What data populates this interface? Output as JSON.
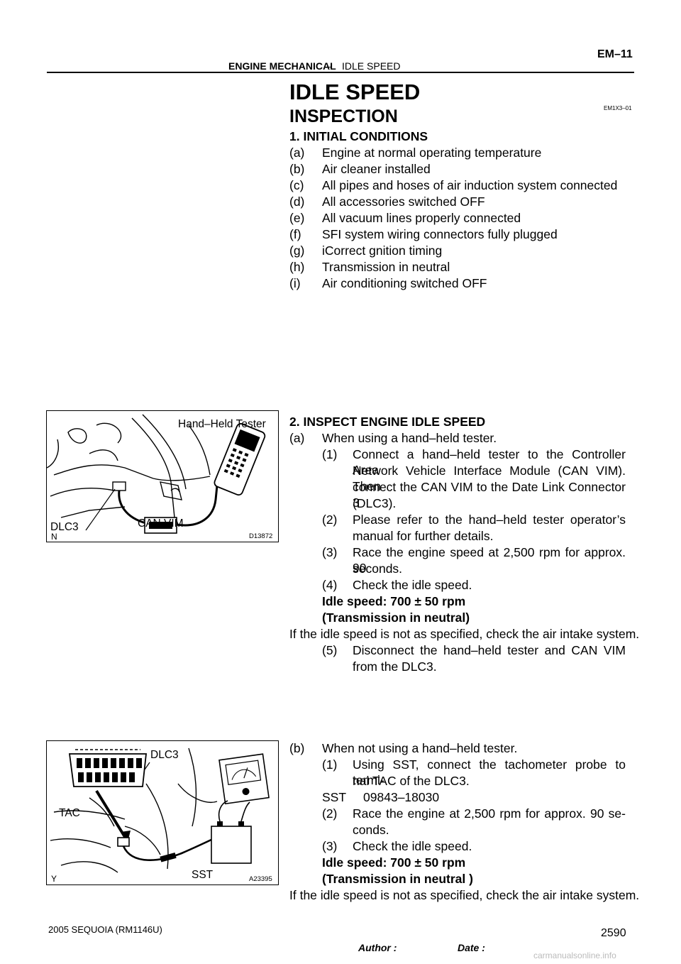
{
  "header": {
    "section": "ENGINE MECHANICAL",
    "dash": "–",
    "subsection": "IDLE SPEED",
    "page_code": "EM–11"
  },
  "title": "IDLE SPEED",
  "doc_code": "EM1X3–01",
  "heading": "INSPECTION",
  "conditions": {
    "title": "1.   INITIAL CONDITIONS",
    "items": [
      {
        "k": "(a)",
        "t": "Engine at normal operating temperature"
      },
      {
        "k": "(b)",
        "t": "Air cleaner installed"
      },
      {
        "k": "(c)",
        "t": "All pipes and hoses of air induction system connected"
      },
      {
        "k": "(d)",
        "t": "All accessories switched OFF"
      },
      {
        "k": "(e)",
        "t": "All vacuum lines properly connected"
      },
      {
        "k": "(f)",
        "t": "SFI system wiring connectors fully plugged"
      },
      {
        "k": "(g)",
        "t": "iCorrect gnition timing"
      },
      {
        "k": "(h)",
        "t": "Transmission in neutral"
      },
      {
        "k": "(i)",
        "t": "Air conditioning switched OFF"
      }
    ]
  },
  "inspect": {
    "title": "2.   INSPECT ENGINE IDLE SPEED",
    "a": {
      "k": "(a)",
      "t": "When using a hand–held tester."
    },
    "a1": {
      "k": "(1)",
      "l1": "Connect a hand–held tester to the Controller Area",
      "l2": "Network Vehicle Interface Module (CAN VIM). Then",
      "l3": "connect the CAN VIM to the Date Link Connector 3",
      "l4": "(DLC3)."
    },
    "a2": {
      "k": "(2)",
      "l1": "Please refer to the hand–held tester operator’s",
      "l2": "manual for further details."
    },
    "a3": {
      "k": "(3)",
      "l1": "Race the engine speed at 2,500 rpm for approx. 90",
      "l2": "seconds."
    },
    "a4": {
      "k": "(4)",
      "t": "Check the idle speed."
    },
    "spec1": "Idle speed: 700 ± 50 rpm",
    "spec1b": "(Transmission in neutral)",
    "note1": "If the idle speed is not as specified, check the air intake system.",
    "a5": {
      "k": "(5)",
      "l1": "Disconnect the hand–held tester and CAN VIM",
      "l2": "from the DLC3."
    },
    "b": {
      "k": "(b)",
      "t": "When not using a hand–held tester."
    },
    "b1": {
      "k": "(1)",
      "l1": "Using SST, connect the tachometer probe to termi-",
      "l2": "nal TAC of the DLC3."
    },
    "sst": "SST     09843–18030",
    "b2": {
      "k": "(2)",
      "l1": "Race the engine at 2,500 rpm for approx. 90 se-",
      "l2": "conds."
    },
    "b3": {
      "k": "(3)",
      "t": "Check the idle speed."
    },
    "spec2": "Idle speed: 700 ± 50 rpm",
    "spec2b": "(Transmission in neutral )",
    "note2": "If the idle speed is not as specified, check the air intake system."
  },
  "figure1": {
    "label_tester": "Hand–Held Tester",
    "label_vim": "CAN VIM",
    "label_dlc": "DLC3",
    "corner": "N",
    "code": "D13872"
  },
  "figure2": {
    "label_dlc": "DLC3",
    "label_tac": "TAC",
    "label_sst": "SST",
    "corner": "Y",
    "code": "A23395"
  },
  "footer": {
    "model": "2005 SEQUOIA   (RM1146U)",
    "author": "Author :                      Date :",
    "page": "2590",
    "watermark": "carmanualsonline.info"
  }
}
